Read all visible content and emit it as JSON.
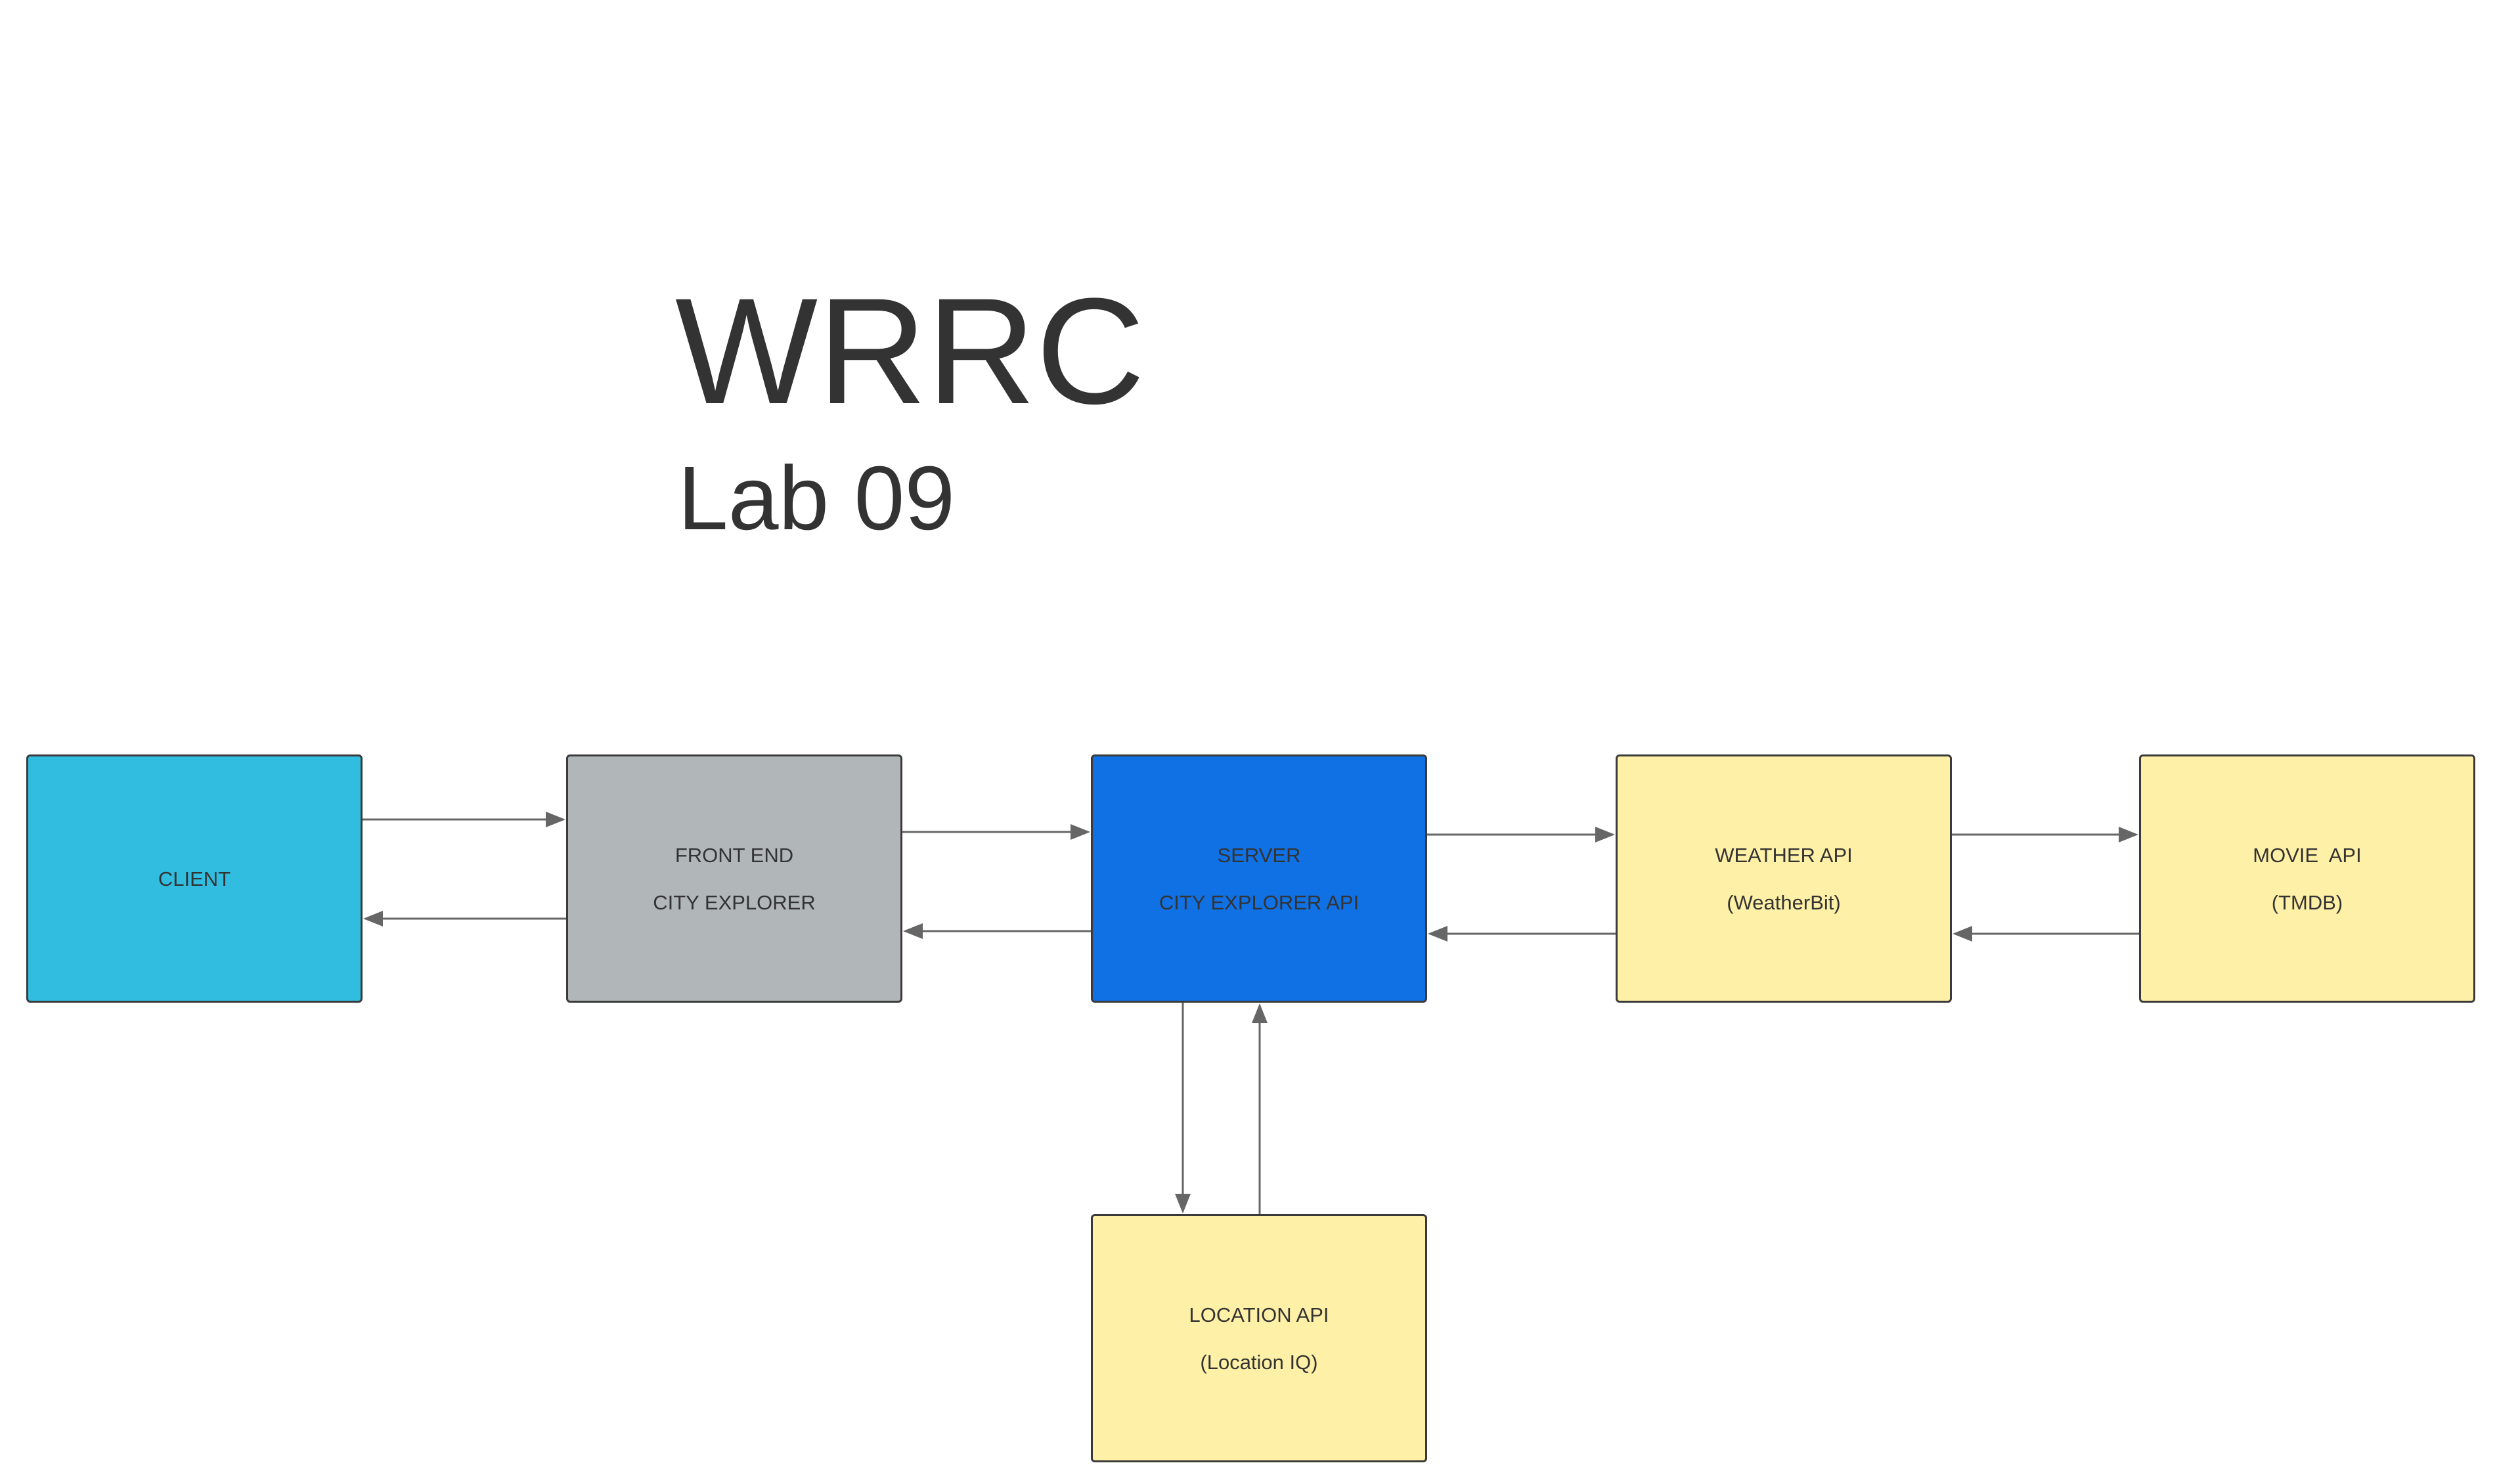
{
  "title": "WRRC",
  "subtitle": "Lab 09",
  "nodes": {
    "client": {
      "lines": [
        "CLIENT"
      ],
      "color": "#31bde0"
    },
    "frontend": {
      "lines": [
        "FRONT END",
        "CITY EXPLORER"
      ],
      "color": "#b1b7b9"
    },
    "server": {
      "lines": [
        "SERVER",
        "CITY EXPLORER API"
      ],
      "color": "#1071e5"
    },
    "weather": {
      "lines": [
        "WEATHER API",
        "(WeatherBit)"
      ],
      "color": "#fef0a6"
    },
    "movie": {
      "lines": [
        "MOVIE  API",
        "(TMDB)"
      ],
      "color": "#fef0a6"
    },
    "location": {
      "lines": [
        "LOCATION API",
        "(Location IQ)"
      ],
      "color": "#fef0a6"
    }
  },
  "edges": [
    {
      "from": "client",
      "to": "frontend"
    },
    {
      "from": "frontend",
      "to": "client"
    },
    {
      "from": "frontend",
      "to": "server"
    },
    {
      "from": "server",
      "to": "frontend"
    },
    {
      "from": "server",
      "to": "weather"
    },
    {
      "from": "weather",
      "to": "server"
    },
    {
      "from": "weather",
      "to": "movie"
    },
    {
      "from": "movie",
      "to": "weather"
    },
    {
      "from": "server",
      "to": "location"
    },
    {
      "from": "location",
      "to": "server"
    }
  ],
  "colors": {
    "edge": "#666666",
    "border": "#3a3a3a",
    "text": "#333333"
  }
}
